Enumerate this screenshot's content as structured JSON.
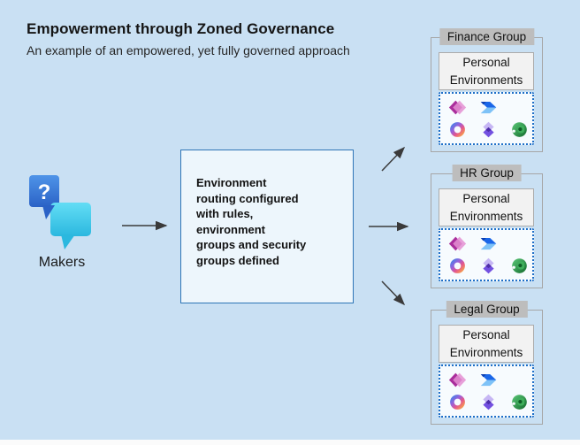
{
  "header": {
    "title": "Empowerment through Zoned Governance",
    "subtitle": "An example of an empowered, yet fully governed approach"
  },
  "makers": {
    "label": "Makers",
    "icon": "chat-bubbles-question-icon"
  },
  "center_box": {
    "text": "Environment\nrouting configured\nwith rules,\nenvironment\ngroups and security\ngroups defined"
  },
  "groups": [
    {
      "title": "Finance Group",
      "personal_label": "Personal Environments"
    },
    {
      "title": "HR Group",
      "personal_label": "Personal Environments"
    },
    {
      "title": "Legal Group",
      "personal_label": "Personal Environments"
    }
  ],
  "environment_icons": [
    "power-apps-icon",
    "power-automate-icon",
    "microsoft-copilot-icon",
    "power-pages-icon",
    "power-virtual-agents-icon"
  ],
  "colors": {
    "background": "#C9E0F3",
    "center_box_border": "#2E75B6",
    "center_box_fill": "#EDF6FC",
    "group_border": "#A6A6A6",
    "badge_fill": "#BDBDBD",
    "personal_fill": "#F2F2F2",
    "dotted_border": "#1E6FC8",
    "arrow": "#3A3A3A"
  }
}
